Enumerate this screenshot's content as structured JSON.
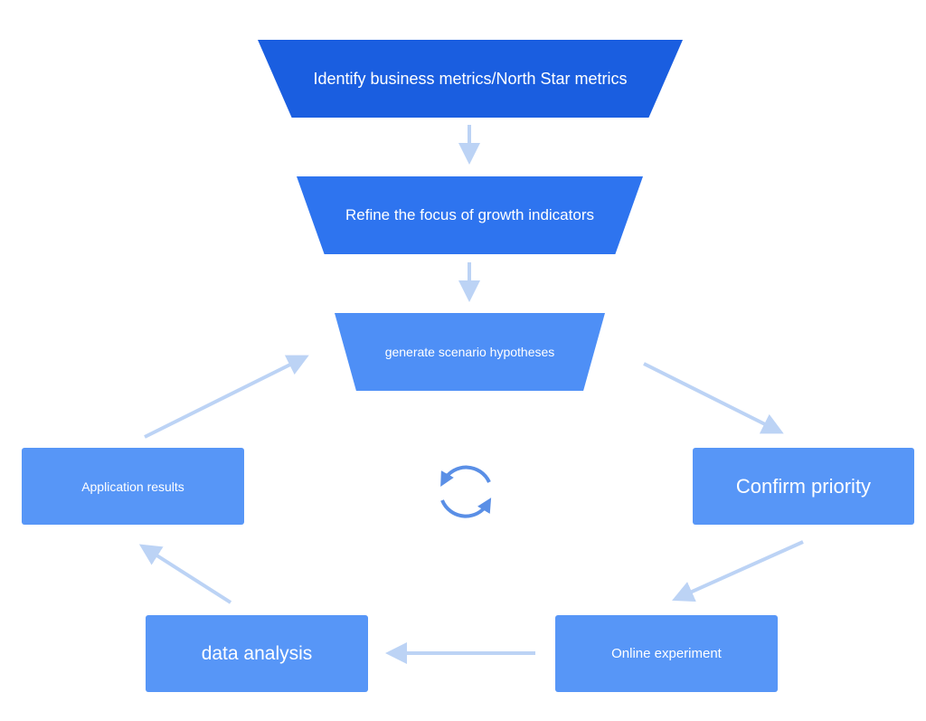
{
  "steps": {
    "identify": "Identify business metrics/North Star metrics",
    "refine": "Refine the focus of growth indicators",
    "generate": "generate scenario hypotheses",
    "confirm": "Confirm priority",
    "online": "Online experiment",
    "data": "data analysis",
    "application": "Application results"
  },
  "colors": {
    "step1": "#1a5ee0",
    "step2": "#2e74ef",
    "step3": "#4e8ff6",
    "box": "#5796f7",
    "arrow": "#bcd3f5",
    "cycle": "#5a8fe6"
  },
  "icons": {
    "center": "refresh-cycle-icon"
  }
}
